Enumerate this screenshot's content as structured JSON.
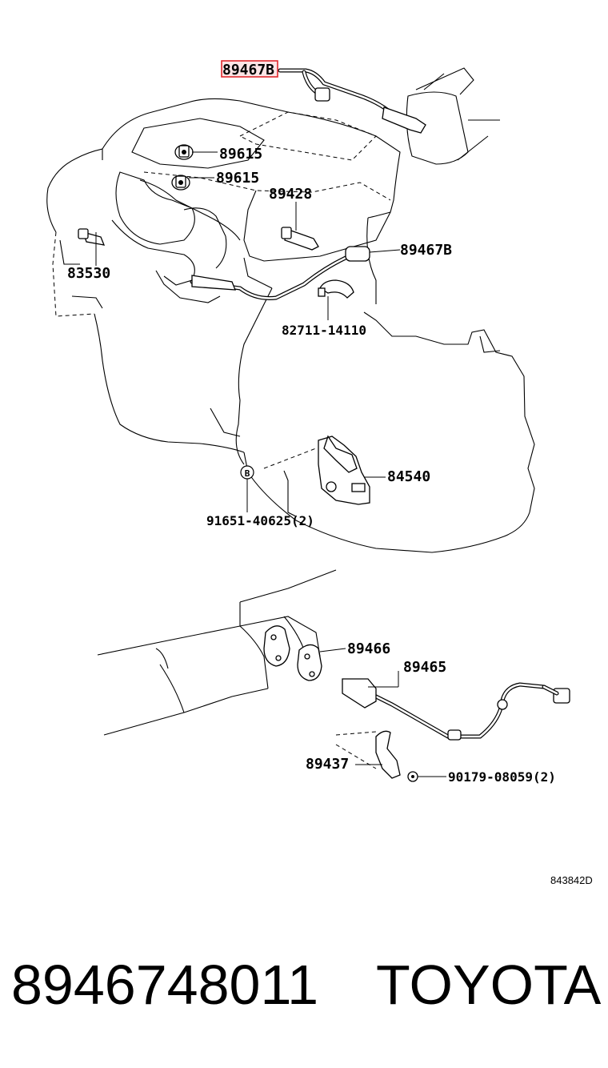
{
  "callouts": {
    "highlighted": "89467B",
    "knock_sensor_1": "89615",
    "knock_sensor_2": "89615",
    "coolant_temp_sensor": "89428",
    "oxygen_sensor_upper": "89467B",
    "oil_pressure_switch": "83530",
    "clamp": "82711-14110",
    "neutral_start_switch": "84540",
    "bolt": "91651-40625(2)",
    "bolt_marker": "B",
    "gasket": "89466",
    "oxygen_sensor_lower": "89465",
    "bracket": "89437",
    "nut": "90179-08059(2)"
  },
  "highlight_color": "#e0282e",
  "drawing_code": "843842D",
  "footer": {
    "part_number": "8946748011",
    "brand": "TOYOTA"
  }
}
